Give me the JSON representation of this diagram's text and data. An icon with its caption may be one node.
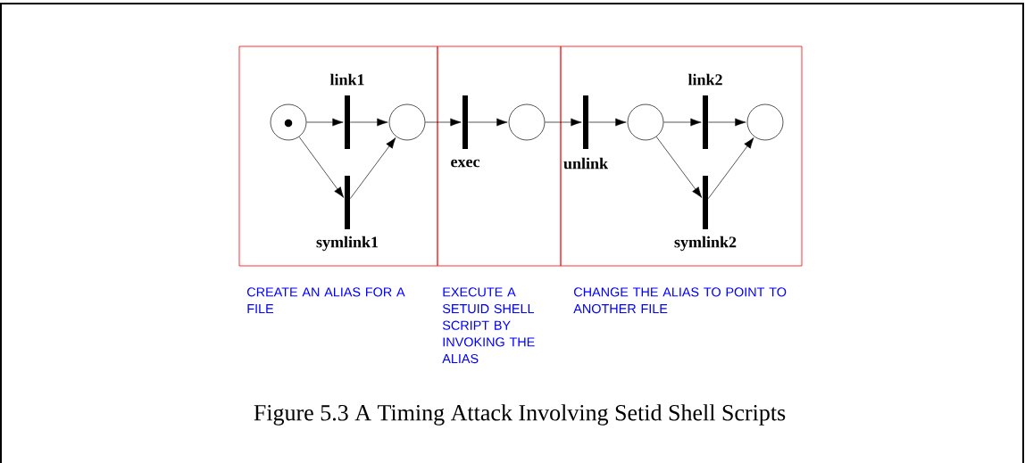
{
  "diagram": {
    "caption": "Figure 5.3  A Timing Attack Involving Setid Shell Scripts",
    "nodes": [
      {
        "text": [],
        "shape": "box",
        "beside": [
          "CREATE AN ALIAS FOR A FILE"
        ]
      },
      {
        "text": [],
        "shape": "box",
        "beside": [
          "EXECUTE A SETUID SHELL SCRIPT BY INVOKING THE ALIAS"
        ]
      },
      {
        "text": [],
        "shape": "box",
        "beside": [
          "CHANGE THE ALIAS TO POINT TO ANOTHER FILE"
        ]
      },
      {
        "text": [],
        "shape": "circle",
        "in": 0
      },
      {
        "text": [
          "link1"
        ],
        "in": 0
      },
      {
        "text": [
          "symlink1"
        ],
        "in": 0
      },
      {
        "text": [],
        "shape": "circle",
        "in": 0
      },
      {
        "text": [
          "exec"
        ],
        "in": 1
      },
      {
        "text": [],
        "shape": "circle",
        "in": 1
      },
      {
        "text": [
          "unlink"
        ],
        "in": 2
      },
      {
        "text": [],
        "shape": "circle",
        "in": 2
      },
      {
        "text": [
          "link2"
        ],
        "in": 2
      },
      {
        "text": [
          "symlink2"
        ],
        "in": 2
      },
      {
        "text": [],
        "shape": "circle",
        "in": 2
      }
    ],
    "edges": [
      {
        "from": 3,
        "to": 4,
        "arrow": "to"
      },
      {
        "from": 4,
        "to": 6,
        "arrow": "to"
      },
      {
        "from": 3,
        "to": 5,
        "arrow": "to"
      },
      {
        "from": 5,
        "to": 6,
        "arrow": "to"
      },
      {
        "from": 6,
        "to": 7,
        "arrow": "to"
      },
      {
        "from": 7,
        "to": 8,
        "arrow": "to"
      },
      {
        "from": 8,
        "to": 9,
        "arrow": "to"
      },
      {
        "from": 9,
        "to": 10,
        "arrow": "to"
      },
      {
        "from": 10,
        "to": 11,
        "arrow": "to"
      },
      {
        "from": 11,
        "to": 13,
        "arrow": "to"
      },
      {
        "from": 10,
        "to": 12,
        "arrow": "to"
      },
      {
        "from": 12,
        "to": 13,
        "arrow": "to"
      }
    ]
  }
}
